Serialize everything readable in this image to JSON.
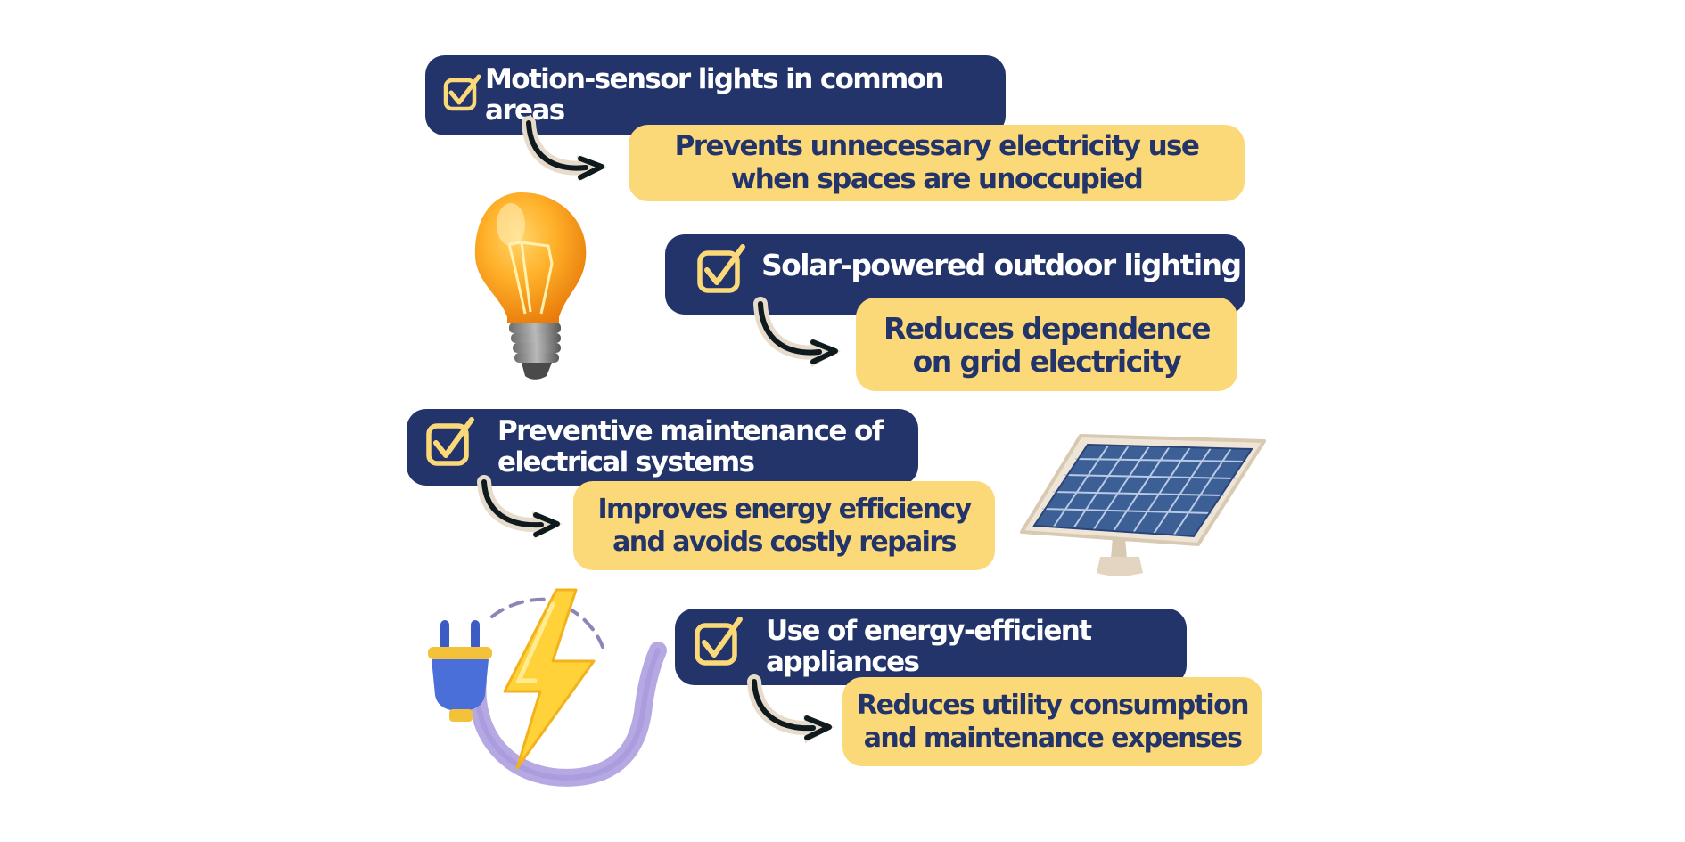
{
  "items": [
    {
      "title": "Motion-sensor lights in common areas",
      "benefit": "Prevents unnecessary electricity use\nwhen spaces are unoccupied"
    },
    {
      "title": "Solar-powered outdoor lighting",
      "benefit": "Reduces dependence\non grid electricity"
    },
    {
      "title": "Preventive maintenance of\nelectrical systems",
      "benefit": "Improves energy efficiency\nand avoids costly repairs"
    },
    {
      "title": "Use of energy-efficient\nappliances",
      "benefit": "Reduces utility consumption\nand maintenance expenses"
    }
  ],
  "colors": {
    "navy": "#22346a",
    "yellow": "#fcd978",
    "check": "#fcd978",
    "arrow": "#0e1a1e",
    "arrow_outline": "#e7dccb"
  },
  "icons": [
    "light-bulb-icon",
    "solar-panel-icon",
    "plug-lightning-icon",
    "checkbox-check-icon",
    "curved-arrow-icon"
  ]
}
